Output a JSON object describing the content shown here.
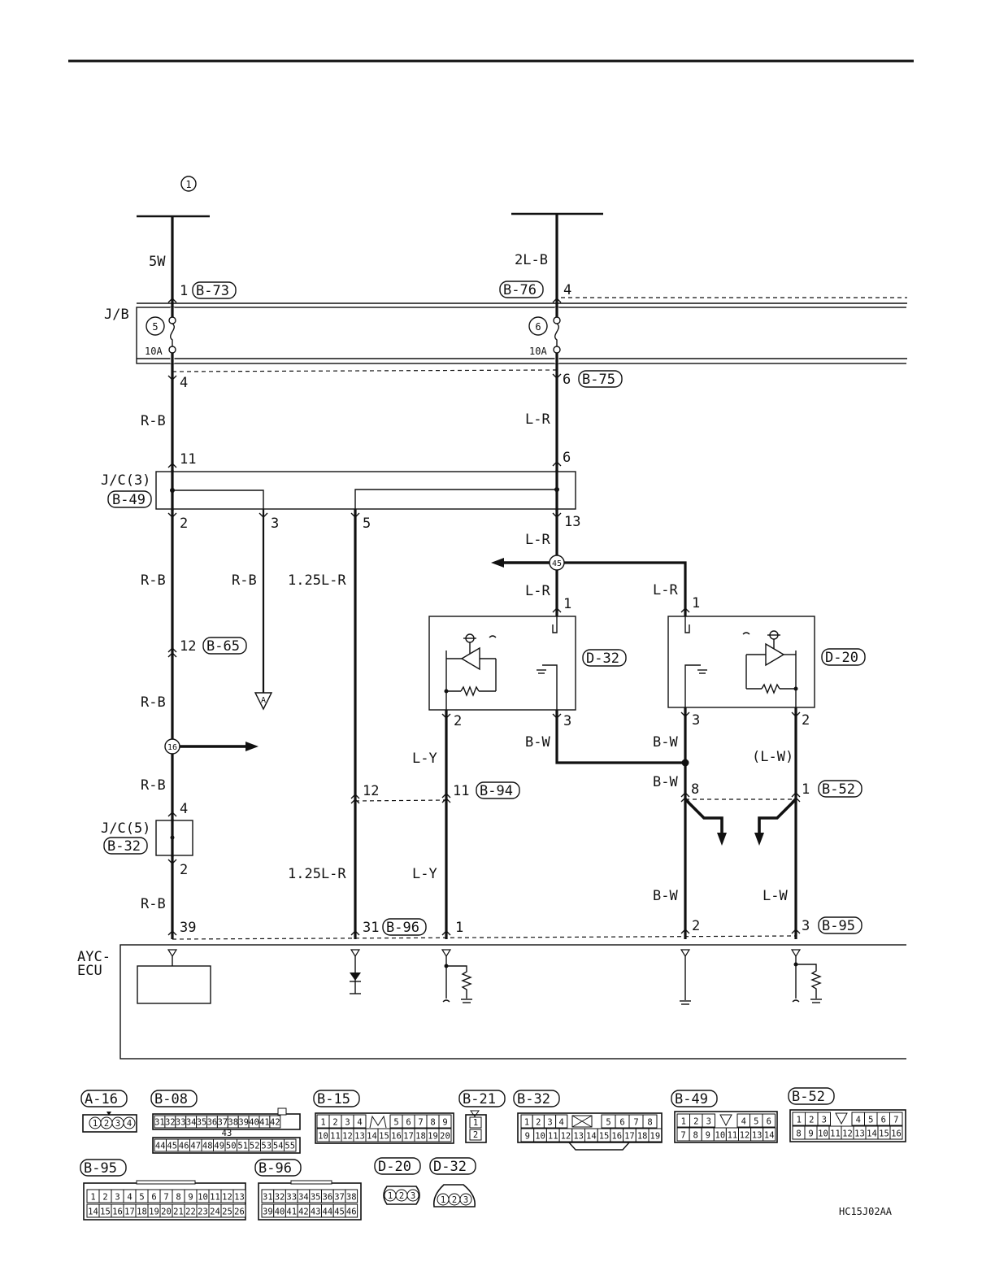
{
  "diagram_code": "HC15J02AA",
  "power_source": "1",
  "fuses": [
    {
      "circle": "5",
      "rating": "10A"
    },
    {
      "circle": "6",
      "rating": "10A"
    }
  ],
  "block_labels": {
    "jb": "J/B",
    "jc3": "J/C(3)",
    "jc3_conn": "B-49",
    "jc5": "J/C(5)",
    "jc5_conn": "B-32",
    "ecu_line1": "AYC-",
    "ecu_line2": "ECU"
  },
  "wires": {
    "w_5w": "5W",
    "w_2lb": "2L-B",
    "w_rb1": "R-B",
    "w_lr1": "L-R",
    "w_rb2": "R-B",
    "w_rb3": "R-B",
    "w_125lr1": "1.25L-R",
    "w_lr2": "L-R",
    "w_lr3": "L-R",
    "w_lr4": "L-R",
    "w_rb4": "R-B",
    "w_ly1": "L-Y",
    "w_bw1": "B-W",
    "w_bw2": "B-W",
    "w_lw_paren": "(L-W)",
    "w_rb5": "R-B",
    "w_bw3": "B-W",
    "w_125lr2": "1.25L-R",
    "w_ly2": "L-Y",
    "w_rb6": "R-B",
    "w_bw4": "B-W",
    "w_lw": "L-W"
  },
  "pins": {
    "p1": "1",
    "p4a": "4",
    "p4b": "4",
    "p6a": "6",
    "p11": "11",
    "p6b": "6",
    "p2a": "2",
    "p3a": "3",
    "p5": "5",
    "p13": "13",
    "p1b": "1",
    "p1c": "1",
    "p12a": "12",
    "p2b": "2",
    "p3b": "3",
    "p3c": "3",
    "p2c": "2",
    "p12b": "12",
    "p11b": "11",
    "p8": "8",
    "p1d": "1",
    "p4c": "4",
    "p2d": "2",
    "p39": "39",
    "p31": "31",
    "p1e": "1",
    "p2e": "2",
    "p3d": "3"
  },
  "connector_tags": {
    "b73": "B-73",
    "b76": "B-76",
    "b75": "B-75",
    "b65": "B-65",
    "d32": "D-32",
    "d20": "D-20",
    "b94": "B-94",
    "b52": "B-52",
    "b96": "B-96",
    "b95": "B-95"
  },
  "junctions": {
    "j45": "45",
    "j16": "16"
  },
  "off_page": "A",
  "legend": {
    "a16": {
      "tag": "A-16",
      "pins": [
        "1",
        "2",
        "3",
        "4"
      ]
    },
    "b08": {
      "tag": "B-08",
      "top": [
        "31",
        "32",
        "33",
        "34",
        "35",
        "36",
        "37",
        "38",
        "39",
        "40",
        "41",
        "42"
      ],
      "mid": "43",
      "bottom": [
        "44",
        "45",
        "46",
        "47",
        "48",
        "49",
        "50",
        "51",
        "52",
        "53",
        "54",
        "55"
      ]
    },
    "b15": {
      "tag": "B-15",
      "top": [
        "1",
        "2",
        "3",
        "4",
        "5",
        "6",
        "7",
        "8",
        "9"
      ],
      "bottom": [
        "10",
        "11",
        "12",
        "13",
        "14",
        "15",
        "16",
        "17",
        "18",
        "19",
        "20"
      ]
    },
    "b21": {
      "tag": "B-21",
      "pins": [
        "1",
        "2"
      ]
    },
    "b32": {
      "tag": "B-32",
      "top": [
        "1",
        "2",
        "3",
        "4",
        "5",
        "6",
        "7",
        "8"
      ],
      "bottom": [
        "9",
        "10",
        "11",
        "12",
        "13",
        "14",
        "15",
        "16",
        "17",
        "18",
        "19"
      ]
    },
    "b49": {
      "tag": "B-49",
      "top": [
        "1",
        "2",
        "3",
        "4",
        "5",
        "6"
      ],
      "bottom": [
        "7",
        "8",
        "9",
        "10",
        "11",
        "12",
        "13",
        "14"
      ]
    },
    "b52": {
      "tag": "B-52",
      "top": [
        "1",
        "2",
        "3",
        "4",
        "5",
        "6",
        "7"
      ],
      "bottom": [
        "8",
        "9",
        "10",
        "11",
        "12",
        "13",
        "14",
        "15",
        "16"
      ]
    },
    "b95": {
      "tag": "B-95",
      "top": [
        "1",
        "2",
        "3",
        "4",
        "5",
        "6",
        "7",
        "8",
        "9",
        "10",
        "11",
        "12",
        "13"
      ],
      "bottom": [
        "14",
        "15",
        "16",
        "17",
        "18",
        "19",
        "20",
        "21",
        "22",
        "23",
        "24",
        "25",
        "26"
      ]
    },
    "b96": {
      "tag": "B-96",
      "top": [
        "31",
        "32",
        "33",
        "34",
        "35",
        "36",
        "37",
        "38"
      ],
      "bottom": [
        "39",
        "40",
        "41",
        "42",
        "43",
        "44",
        "45",
        "46"
      ]
    },
    "d20": {
      "tag": "D-20",
      "pins": [
        "1",
        "2",
        "3"
      ]
    },
    "d32": {
      "tag": "D-32",
      "pins": [
        "1",
        "2",
        "3"
      ]
    }
  }
}
